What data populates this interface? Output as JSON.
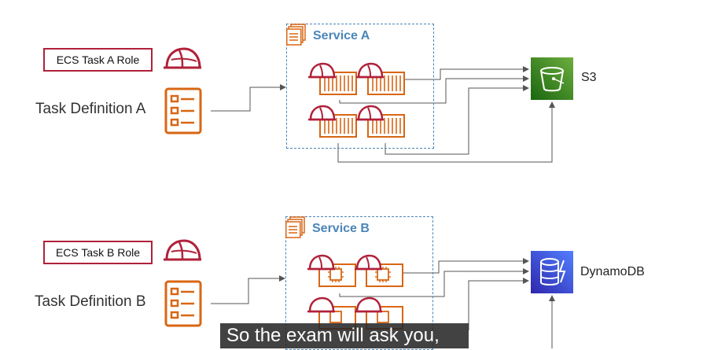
{
  "section_a": {
    "role_label": "ECS Task A Role",
    "task_label": "Task Definition A",
    "service_label": "Service A",
    "target_label": "S3",
    "target_color": "#3f8624"
  },
  "section_b": {
    "role_label": "ECS Task B Role",
    "task_label": "Task Definition B",
    "service_label": "Service B",
    "target_label": "DynamoDB",
    "target_color": "#3b48cc"
  },
  "subtitle": "So the exam will ask you,",
  "colors": {
    "accent_red": "#b0213a",
    "ecs_orange": "#d86613",
    "service_blue": "#4a86b8",
    "arrow_gray": "#555555"
  }
}
